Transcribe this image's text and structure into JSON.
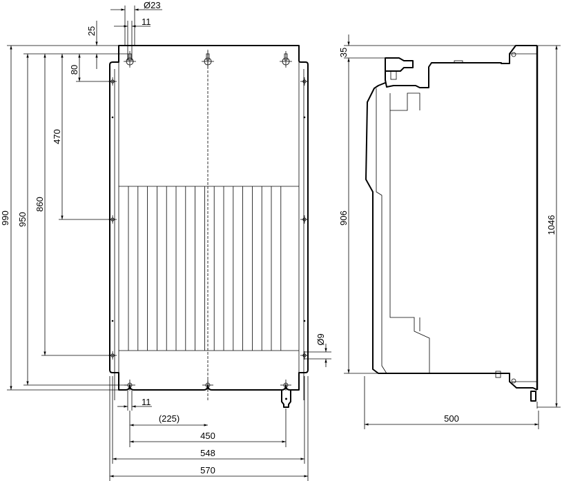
{
  "title": "Dimension drawing: front view and side view",
  "front_view": {
    "dimensions": {
      "height_990": "990",
      "height_950": "950",
      "height_860": "860",
      "height_470": "470",
      "height_80": "80",
      "height_25": "25",
      "hole_diameter_top": "Ø23",
      "slot_width_top": "11",
      "hole_diameter_side": "Ø9",
      "slot_width_bottom": "11",
      "half_spacing": "(225)",
      "hole_spacing": "450",
      "flange_hole_spacing": "548",
      "total_width": "570"
    }
  },
  "side_view": {
    "dimensions": {
      "offset_35": "35",
      "height_906": "906",
      "height_1046": "1046",
      "depth_500": "500"
    }
  }
}
